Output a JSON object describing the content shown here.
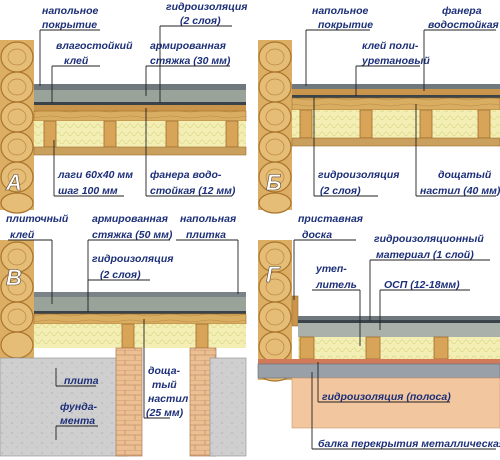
{
  "panels": [
    {
      "letter": "А",
      "labels": {
        "floor_cover_1": "напольное",
        "floor_cover_2": "покрытие",
        "waterproofing_1": "гидроизоляция",
        "waterproofing_2": "(2 слоя)",
        "glue_1": "влагостойкий",
        "glue_2": "клей",
        "screed_1": "армированная",
        "screed_2": "стяжка (30 мм)",
        "joists_1": "лаги 60х40 мм",
        "joists_2": "шаг 100 мм",
        "plywood_1": "фанера водо-",
        "plywood_2": "стойкая (12 мм)"
      }
    },
    {
      "letter": "Б",
      "labels": {
        "floor_cover_1": "напольное",
        "floor_cover_2": "покрытие",
        "plywood_1": "фанера",
        "plywood_2": "водостойкая",
        "glue_1": "клей поли-",
        "glue_2": "уретановый",
        "waterproofing_1": "гидроизоляция",
        "waterproofing_2": "(2 слоя)",
        "boards_1": "дощатый",
        "boards_2": "настил (40 мм)"
      }
    },
    {
      "letter": "В",
      "labels": {
        "tile_glue_1": "плиточный",
        "tile_glue_2": "клей",
        "screed_1": "армированная",
        "screed_2": "стяжка (50 мм)",
        "tile_1": "напольная",
        "tile_2": "плитка",
        "waterproofing_1": "гидроизоляция",
        "waterproofing_2": "(2 слоя)",
        "slab_1": "плита",
        "slab_2": "фунда-",
        "slab_3": "мента",
        "boards_1": "доща-",
        "boards_2": "тый",
        "boards_3": "настил",
        "boards_4": "(25 мм)"
      }
    },
    {
      "letter": "Г",
      "labels": {
        "board_1": "приставная",
        "board_2": "доска",
        "wp_mat_1": "гидроизоляционный",
        "wp_mat_2": "материал (1 слой)",
        "insul_1": "утеп-",
        "insul_2": "литель",
        "osb": "ОСП (12-18мм)",
        "wp_strip": "гидроизоляция (полоса)",
        "beam": "балка перекрытия металлическая"
      }
    }
  ],
  "colors": {
    "label": "#1c2f78",
    "timber": "#d9a95c",
    "timber_dark": "#b07a35",
    "insulation": "#f1eeb0",
    "screed": "#9aa39a",
    "cover": "#6f787c",
    "concrete": "#c8c8c8",
    "brick": "#e9b98a"
  }
}
